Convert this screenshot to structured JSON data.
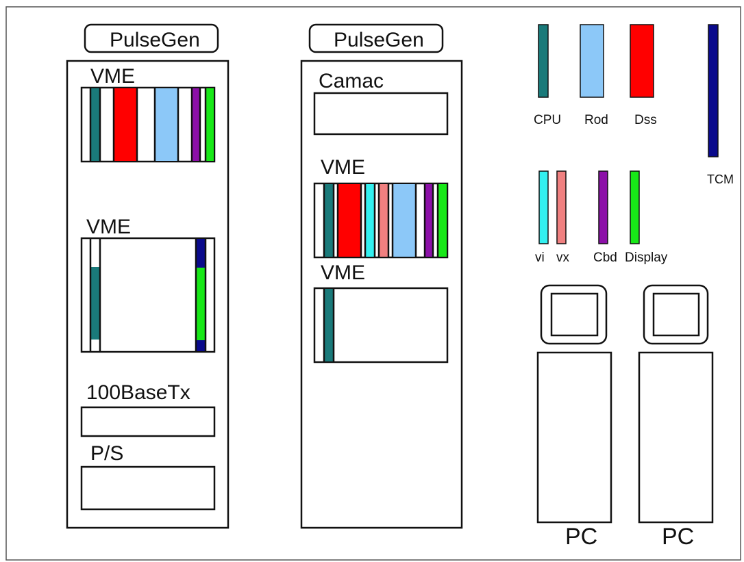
{
  "colors": {
    "cpu": "#1a7a7a",
    "rod": "#8cc8f8",
    "dss": "#ff0000",
    "tcm": "#0a0a8c",
    "vi": "#33f0f0",
    "vx": "#f08080",
    "cbd": "#8c10a8",
    "display": "#18e818"
  },
  "rack1": {
    "pulsegen": "PulseGen",
    "vme1": "VME",
    "vme2": "VME",
    "net": "100BaseTx",
    "ps": "P/S"
  },
  "rack2": {
    "pulsegen": "PulseGen",
    "camac": "Camac",
    "vme1": "VME",
    "vme2": "VME"
  },
  "legend": {
    "cpu": "CPU",
    "rod": "Rod",
    "dss": "Dss",
    "tcm": "TCM",
    "vi": "vi",
    "vx": "vx",
    "cbd": "Cbd",
    "display": "Display"
  },
  "pcs": [
    "PC",
    "PC"
  ]
}
